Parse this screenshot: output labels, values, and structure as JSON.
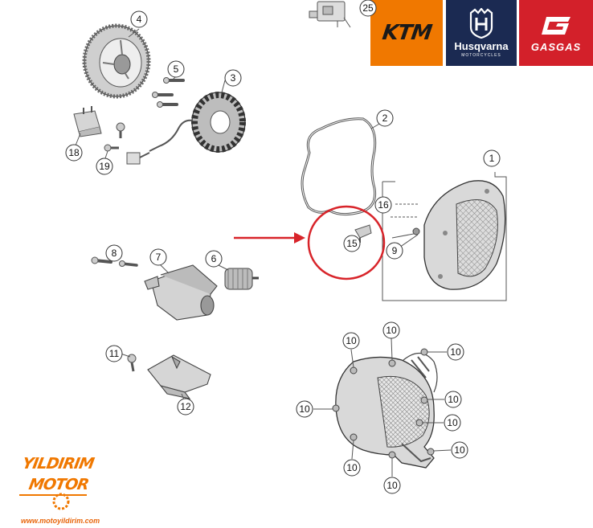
{
  "brands": {
    "ktm": {
      "label": "KTM",
      "color": "#f07800"
    },
    "husqvarna": {
      "label": "Husqvarna",
      "sublabel": "MOTORCYCLES",
      "color": "#1b2a52"
    },
    "gasgas": {
      "label": "GASGAS",
      "color": "#d3202a"
    }
  },
  "callouts": [
    "1",
    "2",
    "3",
    "4",
    "5",
    "6",
    "7",
    "8",
    "9",
    "10",
    "11",
    "12",
    "15",
    "16",
    "18",
    "19",
    "25"
  ],
  "accent_color": "#d8242a",
  "watermark": {
    "line1": "YILDIRIM",
    "line2": "MOTOR",
    "url": "www.motoyildirim.com",
    "color": "#f07800"
  }
}
